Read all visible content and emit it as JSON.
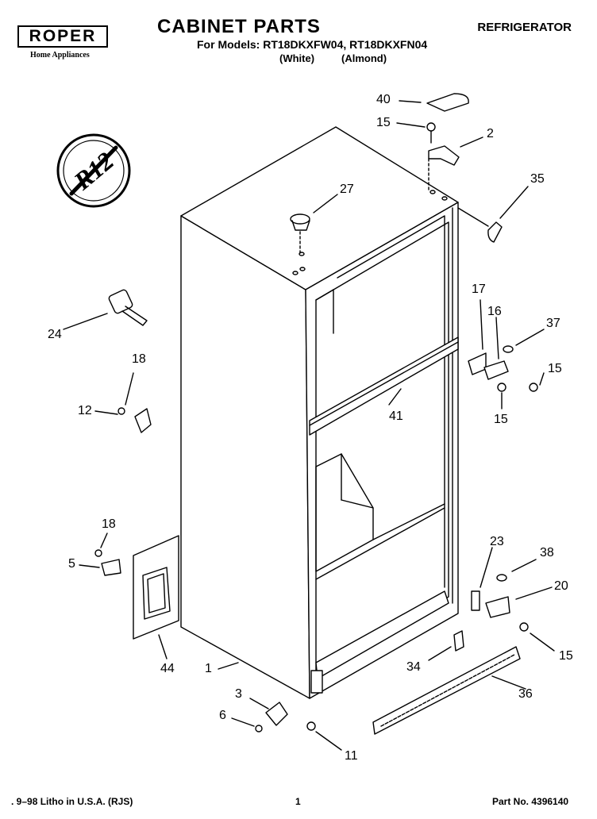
{
  "header": {
    "logo_text": "ROPER",
    "logo_subtext": "Home Appliances",
    "title": "CABINET PARTS",
    "models_line": "For Models: RT18DKXFW04, RT18DKXFN04",
    "color_white": "(White)",
    "color_almond": "(Almond)",
    "category": "REFRIGERATOR"
  },
  "badge": {
    "text": "R12"
  },
  "callouts": [
    "40",
    "15",
    "2",
    "35",
    "27",
    "24",
    "18",
    "12",
    "17",
    "16",
    "37",
    "15",
    "15",
    "41",
    "18",
    "5",
    "23",
    "38",
    "20",
    "44",
    "1",
    "34",
    "15",
    "36",
    "3",
    "6",
    "11"
  ],
  "footer": {
    "litho": ". 9–98 Litho in U.S.A. (RJS)",
    "page": "1",
    "part_no": "Part No. 4396140"
  }
}
